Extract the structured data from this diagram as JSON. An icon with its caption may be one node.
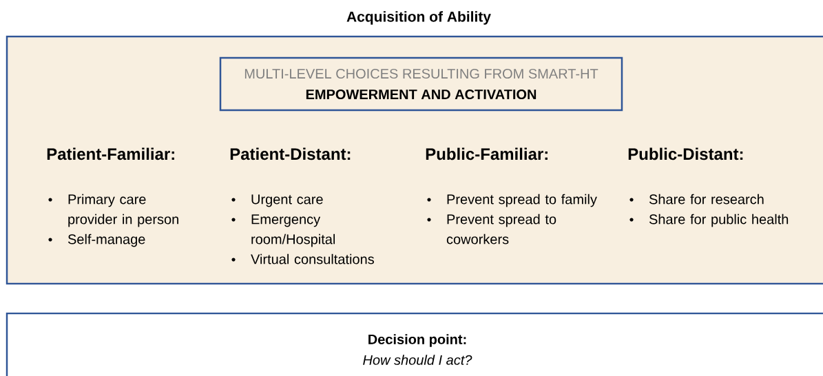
{
  "diagram": {
    "title": "Acquisition of Ability",
    "nodes": [
      {
        "text": [],
        "shape": "box"
      },
      {
        "text": [
          "MULTI-LEVEL CHOICES RESULTING FROM SMART-HT",
          "EMPOWERMENT AND ACTIVATION"
        ],
        "in": 0
      },
      {
        "text": [
          "Decision point:",
          "How should I act?"
        ]
      }
    ],
    "labels": [
      "Patient-Familiar:",
      "Primary care provider in person",
      "Self-manage",
      "Patient-Distant:",
      "Urgent care",
      "Emergency room/Hospital",
      "Virtual consultations",
      "Public-Familiar:",
      "Prevent spread to family",
      "Prevent spread to coworkers",
      "Public-Distant:",
      "Share for research",
      "Share for public health"
    ]
  }
}
